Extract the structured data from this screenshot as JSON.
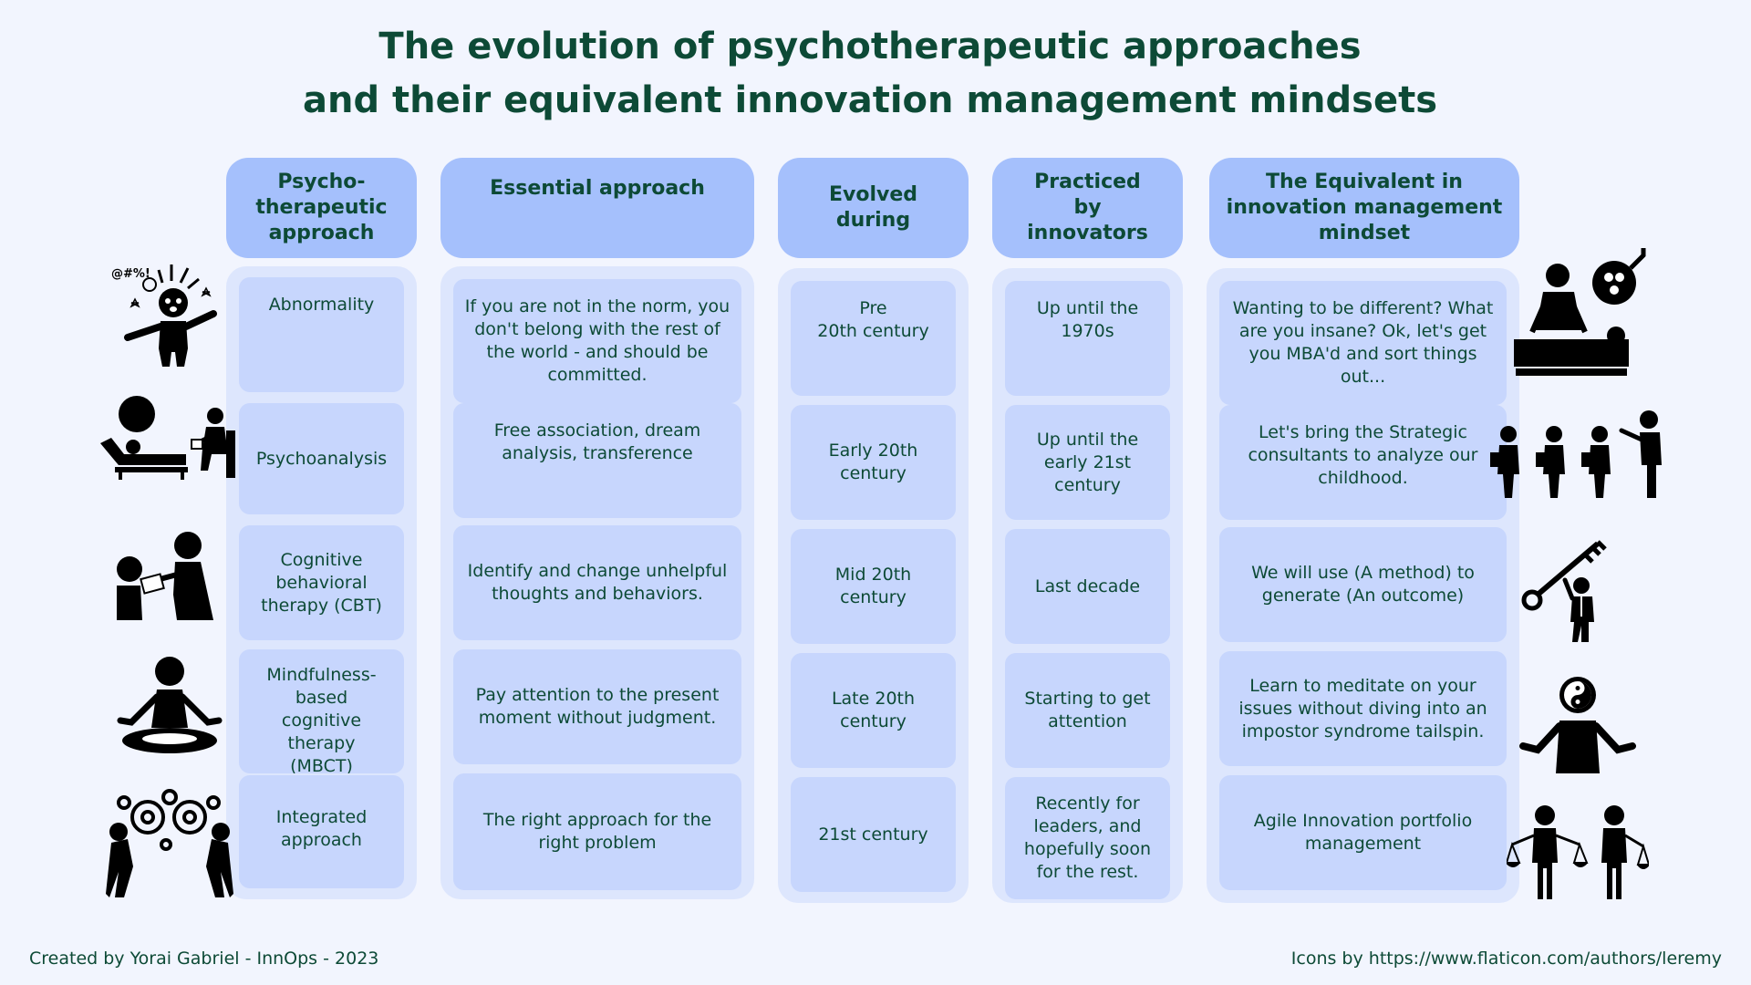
{
  "title": {
    "line1": "The evolution of psychotherapeutic approaches",
    "line2": "and their equivalent innovation management mindsets"
  },
  "headers": [
    "Psycho-\ntherapeutic\napproach",
    "Essential approach",
    "Evolved\nduring",
    "Practiced\nby\ninnovators",
    "The Equivalent in\ninnovation management\nmindset"
  ],
  "rows": [
    {
      "approach": "Abnormality",
      "essential": "If you are not in the norm, you don't belong with the rest of the world - and should be committed.",
      "evolved": "Pre\n20th century",
      "practiced": "Up until the\n1970s",
      "equivalent": "Wanting to be different? What are you insane? Ok, let's get you MBA'd and sort things out...",
      "left_icon": "angry-person-icon",
      "right_icon": "surgeon-operating-icon"
    },
    {
      "approach": "Psychoanalysis",
      "essential": "Free association, dream analysis, transference",
      "evolved": "Early 20th\ncentury",
      "practiced": "Up until the\nearly 21st\ncentury",
      "equivalent": "Let's bring the Strategic consultants to analyze our childhood.",
      "left_icon": "therapist-couch-icon",
      "right_icon": "consultants-group-icon"
    },
    {
      "approach": "Cognitive\nbehavioral\ntherapy (CBT)",
      "essential": "Identify and change unhelpful thoughts and behaviors.",
      "evolved": "Mid 20th\ncentury",
      "practiced": "Last decade",
      "equivalent": "We will use (A method) to generate (An outcome)",
      "left_icon": "counseling-session-icon",
      "right_icon": "person-with-key-icon"
    },
    {
      "approach": "Mindfulness-\nbased\ncognitive\ntherapy\n(MBCT)",
      "essential": "Pay attention to the present moment without judgment.",
      "evolved": "Late 20th\ncentury",
      "practiced": "Starting to get\nattention",
      "equivalent": "Learn to meditate on your issues without diving into an impostor syndrome tailspin.",
      "left_icon": "meditating-person-icon",
      "right_icon": "yin-yang-person-icon"
    },
    {
      "approach": "Integrated\napproach",
      "essential": "The right approach for the right problem",
      "evolved": "21st century",
      "practiced": "Recently for\nleaders, and\nhopefully soon\nfor the rest.",
      "equivalent": "Agile Innovation portfolio management",
      "left_icon": "people-gears-icon",
      "right_icon": "people-scales-icon"
    }
  ],
  "footer": {
    "credit": "Created by Yorai Gabriel - InnOps - 2023",
    "icons": "Icons by https://www.flaticon.com/authors/leremy"
  },
  "colors": {
    "background": "#f2f5fe",
    "column": "#dde6fd",
    "header": "#a5c0fc",
    "cell": "#c7d6fd",
    "text": "#0d4a36"
  }
}
